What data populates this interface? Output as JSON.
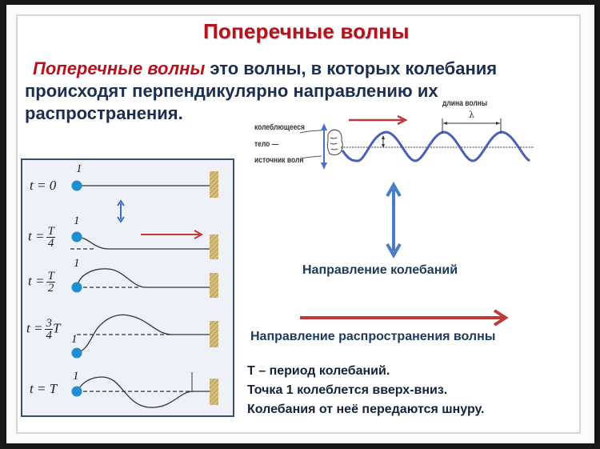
{
  "slide": {
    "title": "Поперечные волны",
    "definition": {
      "term": "Поперечные волны",
      "line1_rest": " это волны, в которых колебания",
      "line2": "происходят перпендикулярно направлению их",
      "line3": "распространения."
    },
    "wave_figure": {
      "source_label_1": "колеблющееся",
      "source_label_2": "тело —",
      "source_label_3": "источник волн",
      "wavelength_label": "длина волны",
      "wavelength_symbol": "λ"
    },
    "time_panel": {
      "rows": [
        {
          "label": "t = 0",
          "point": "1"
        },
        {
          "label_prefix": "t =",
          "numerator": "T",
          "denominator": "4",
          "point": "1"
        },
        {
          "label_prefix": "t =",
          "numerator": "T",
          "denominator": "2",
          "point": "1"
        },
        {
          "label_prefix": "t =",
          "numerator": "3",
          "denominator": "4",
          "suffix": "T",
          "point": "1"
        },
        {
          "label": "t = T",
          "point": "1"
        }
      ]
    },
    "oscillation_direction_caption": "Направление колебаний",
    "propagation_direction_caption": "Направление распространения волны",
    "notes": [
      "Т – период колебаний.",
      "Точка 1 колеблется вверх-вниз.",
      "Колебания от неё передаются шнуру."
    ],
    "colors": {
      "title_red": "#b3131c",
      "text_navy": "#1c2f4f",
      "arrow_blue": "#4a7ec4",
      "arrow_red": "#c0393b",
      "wave_blue": "#4a5fb8",
      "point_blue": "#1f8fd1",
      "wall_tan": "#c9a766"
    }
  }
}
